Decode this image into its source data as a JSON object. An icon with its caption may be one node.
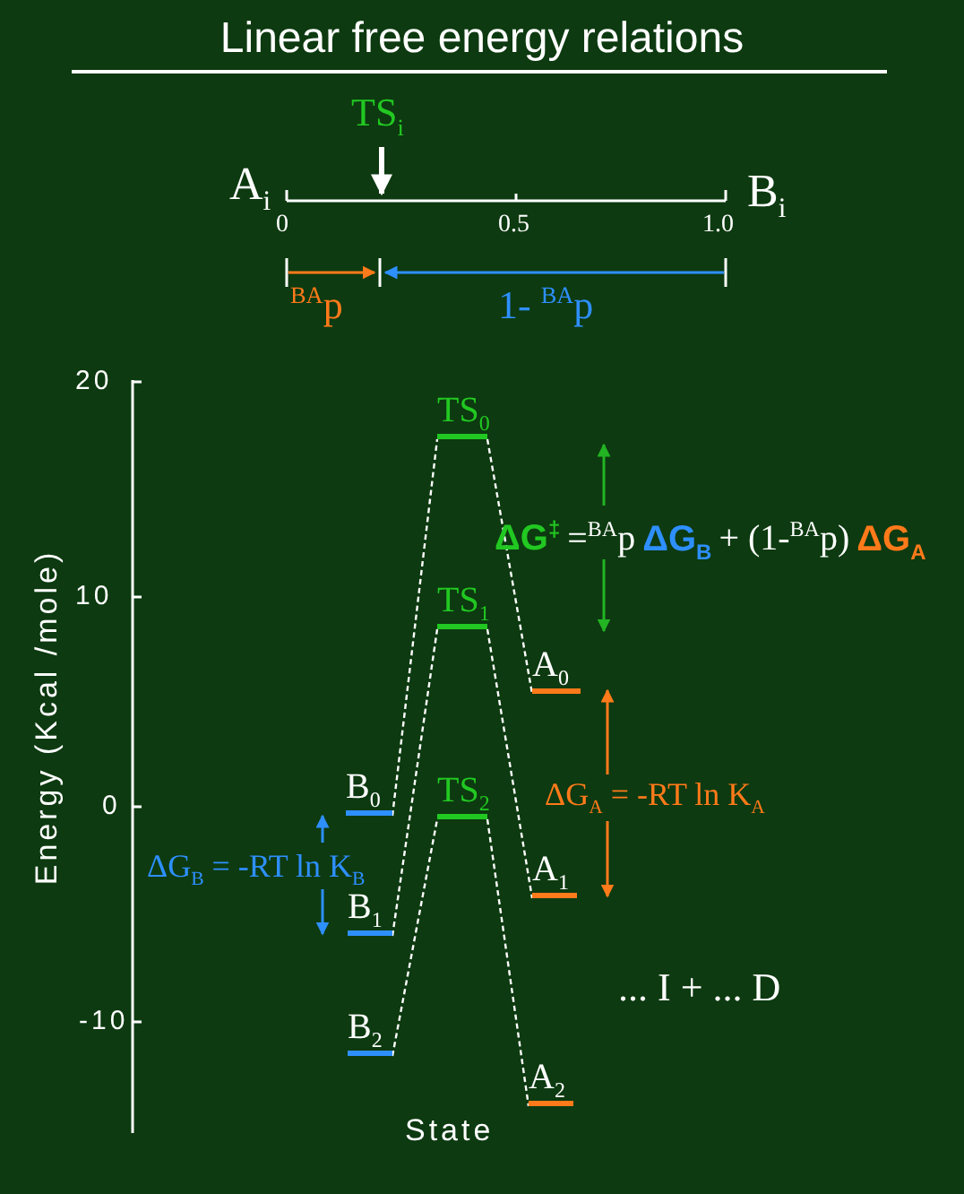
{
  "diagram": {
    "title": "Linear free energy relations",
    "nodes": [
      {
        "text": [
          "TS$_{0}$"
        ]
      },
      {
        "text": [
          "TS$_{1}$"
        ]
      },
      {
        "text": [
          "A$_{0}$"
        ]
      },
      {
        "text": [
          "B$_{0}$"
        ]
      },
      {
        "text": [
          "TS$_{2}$"
        ]
      },
      {
        "text": [
          "A$_{1}$"
        ]
      },
      {
        "text": [
          "B$_{1}$"
        ]
      },
      {
        "text": [
          "B$_{2}$"
        ]
      },
      {
        "text": [
          "A$_{2}$"
        ]
      }
    ],
    "edges": [
      {
        "from": 3,
        "to": 0,
        "arrow": "none",
        "style": "dashed"
      },
      {
        "from": 0,
        "to": 2,
        "arrow": "none",
        "style": "dashed"
      },
      {
        "from": 6,
        "to": 1,
        "arrow": "none",
        "style": "dashed"
      },
      {
        "from": 1,
        "to": 5,
        "arrow": "none",
        "style": "dashed"
      },
      {
        "from": 7,
        "to": 4,
        "arrow": "none",
        "style": "dashed"
      },
      {
        "from": 4,
        "to": 8,
        "arrow": "none",
        "style": "dashed"
      }
    ],
    "labels": [
      "TS$_{i}$",
      "A$_{i}$",
      "B$_{i}$",
      "0",
      "0.5",
      "1.0",
      "$^{BA}$p",
      "1- $^{BA}$p",
      "20",
      "10",
      "Energy (Kcal /mole)",
      "ΔG$^{‡}$",
      "=$^{BA}$p",
      "ΔG$_{B}$",
      "+ (1-$^{BA}$p)",
      "ΔG$_{A}$",
      "ΔG$_{A}$ = -RT ln K$_{A}$",
      "0",
      "ΔG$_{B}$ = -RT ln K$_{B}$",
      "... I + ... D",
      "-10",
      "State"
    ]
  }
}
